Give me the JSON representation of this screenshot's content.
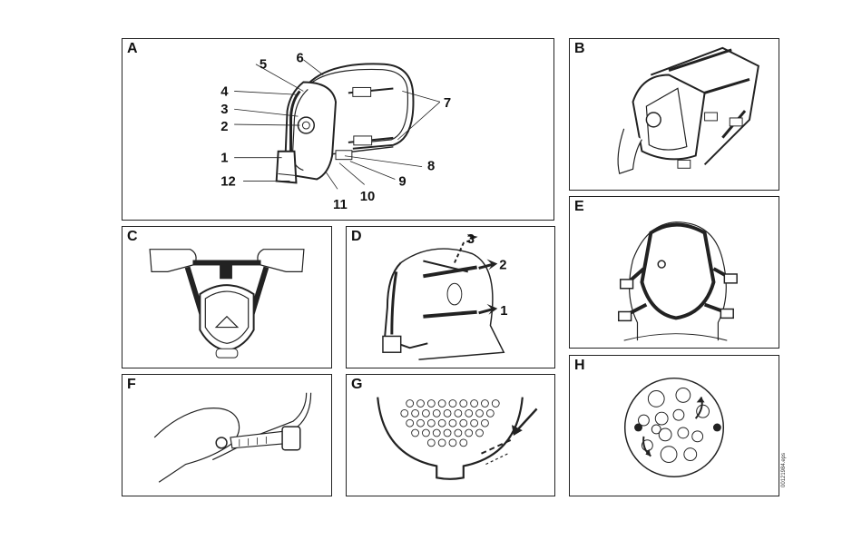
{
  "panels": {
    "A": {
      "letter": "A",
      "callouts": [
        "1",
        "2",
        "3",
        "4",
        "5",
        "6",
        "7",
        "8",
        "9",
        "10",
        "11",
        "12"
      ]
    },
    "B": {
      "letter": "B"
    },
    "C": {
      "letter": "C"
    },
    "D": {
      "letter": "D",
      "steps": [
        "1",
        "2",
        "3"
      ]
    },
    "E": {
      "letter": "E"
    },
    "F": {
      "letter": "F"
    },
    "G": {
      "letter": "G"
    },
    "H": {
      "letter": "H"
    }
  },
  "doc_ref": "00121984.eps"
}
